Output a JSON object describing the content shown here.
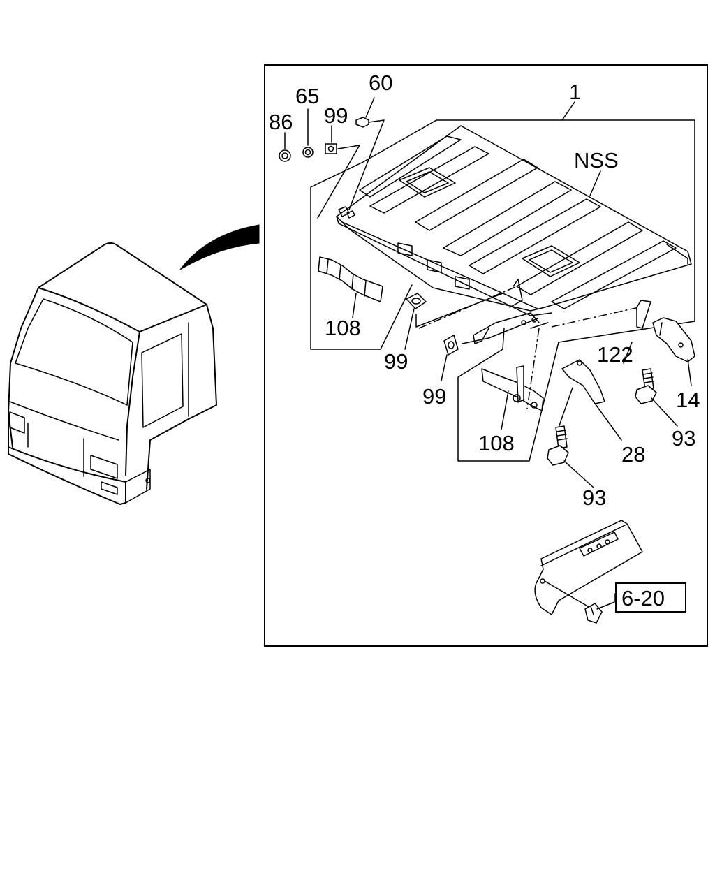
{
  "callouts": {
    "c1": "1",
    "nss": "NSS",
    "c60": "60",
    "c65": "65",
    "c99_top": "99",
    "c86": "86",
    "c108_left": "108",
    "c99_mid": "99",
    "c99_low": "99",
    "c108_right": "108",
    "c122": "122",
    "c14": "14",
    "c93_right": "93",
    "c28": "28",
    "c93_low": "93",
    "ref_6_20": "6-20"
  }
}
